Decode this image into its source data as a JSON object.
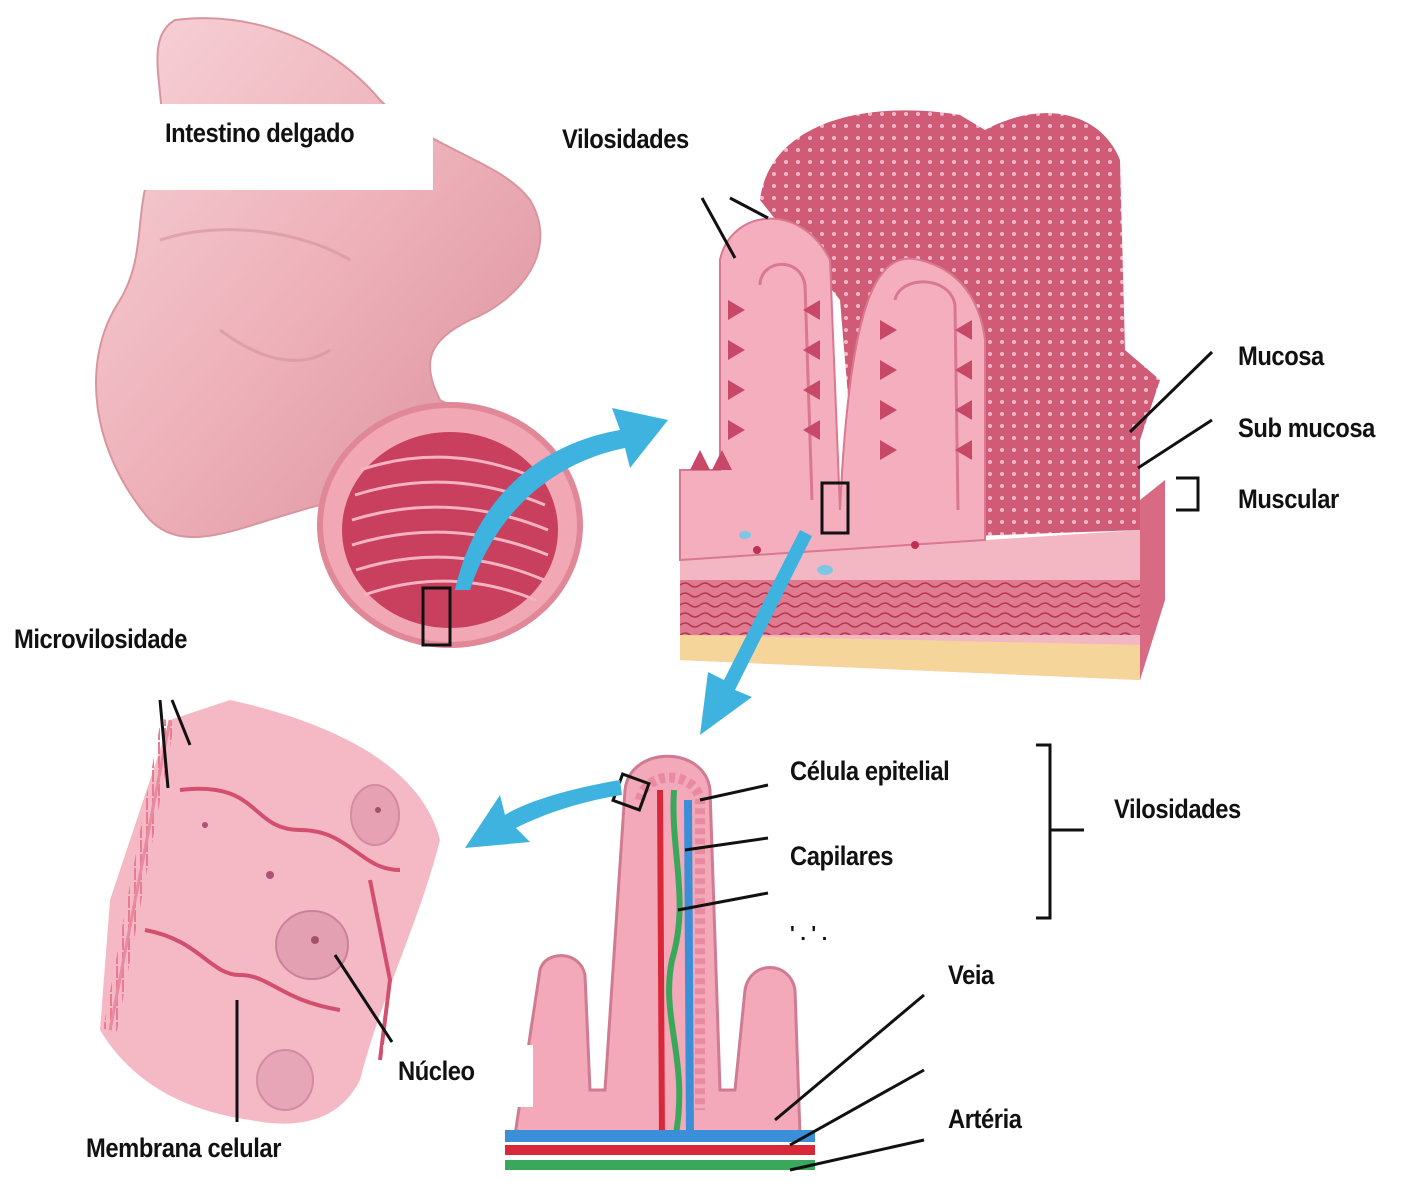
{
  "labels": {
    "intestino": "Intestino delgado",
    "vilosidades_top": "Vilosidades",
    "mucosa": "Mucosa",
    "submucosa": "Sub mucosa",
    "muscular": "Muscular",
    "microvilosidade": "Microvilosidade",
    "celula_epitelial": "Célula epitelial",
    "capilares": "Capilares",
    "vilosidades_right": "Vilosidades",
    "veia": "Veia",
    "nucleo": "Núcleo",
    "arteria": "Artéria",
    "membrana": "Membrana celular"
  },
  "colors": {
    "tissue_pink": "#f2a9b8",
    "dark_pink": "#c8506a",
    "arrow_blue": "#3fb3e0",
    "artery_red": "#d8283a",
    "vein_blue": "#3a8fd8",
    "lymph_green": "#3aa85a"
  }
}
